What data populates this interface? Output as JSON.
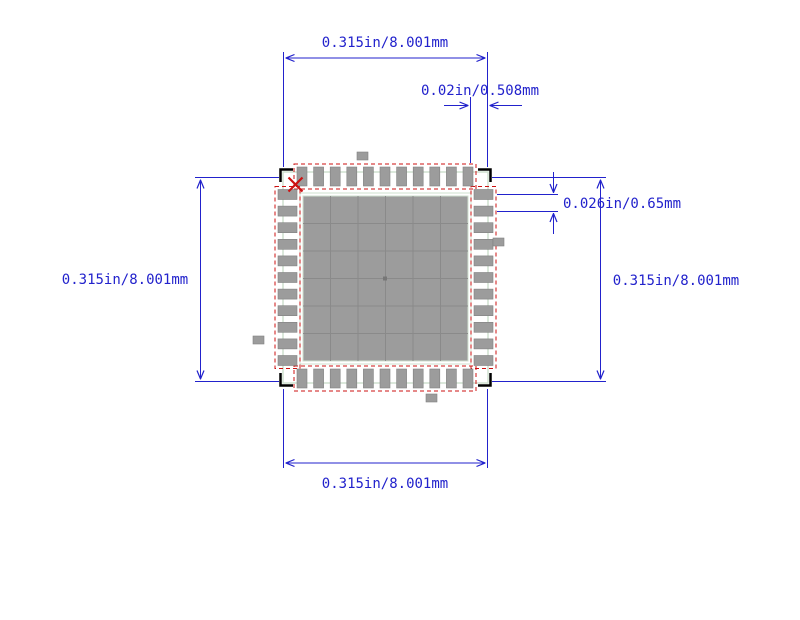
{
  "diagram": {
    "type": "ic-package-land-pattern",
    "labels": {
      "dim_top": "0.315in/8.001mm",
      "dim_pad_width": "0.02in/0.508mm",
      "dim_pitch": "0.026in/0.65mm",
      "dim_left": "0.315in/8.001mm",
      "dim_right": "0.315in/8.001mm",
      "dim_bottom": "0.315in/8.001mm"
    },
    "package": {
      "pads_per_side": 11,
      "total_pads": 44
    },
    "colors": {
      "dimension": "#2222cc",
      "pad_fill": "#9c9c9c",
      "pad_edge": "#818181",
      "grid_line": "#8a8a8a",
      "accent_red": "#cc1111",
      "package_outline": "#cfe0cf",
      "corner_mark": "#000000",
      "center_mark": "#777777",
      "background": "#ffffff"
    }
  }
}
